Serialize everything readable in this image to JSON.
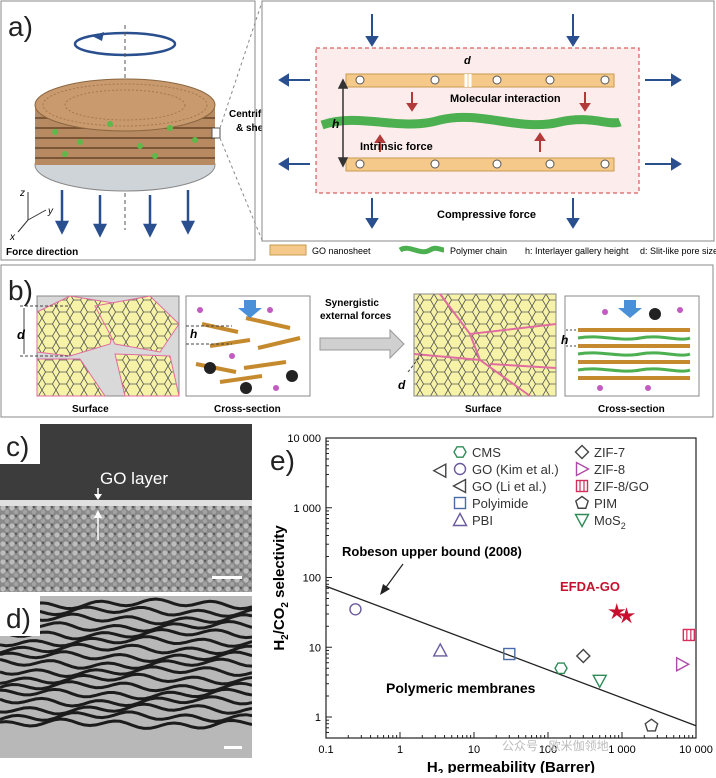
{
  "panel_a": {
    "label": "a)",
    "force_direction": "Force direction",
    "axis_z": "z",
    "axis_y": "y",
    "axis_x": "x",
    "centrifugal": "Centrifugal force",
    "shear": "& shear force",
    "d": "d",
    "h": "h",
    "molecular_interaction": "Molecular interaction",
    "intrinsic_force": "Intrinsic force",
    "compressive_force": "Compressive force",
    "legend_go": "GO nanosheet",
    "legend_polymer": "Polymer chain",
    "legend_h": "h: Interlayer gallery height",
    "legend_d": "d: Slit-like pore size"
  },
  "panel_b": {
    "label": "b)",
    "d_left": "d",
    "h_left": "h",
    "surface_1": "Surface",
    "cross_1": "Cross-section",
    "synergistic_1": "Synergistic",
    "synergistic_2": "external forces",
    "d_right": "d",
    "h_right": "h",
    "surface_2": "Surface",
    "cross_2": "Cross-section"
  },
  "panel_c": {
    "label": "c)",
    "go_layer": "GO layer"
  },
  "panel_d": {
    "label": "d)"
  },
  "panel_e": {
    "label": "e)",
    "robeson": "Robeson upper bound (2008)",
    "efda": "EFDA-GO",
    "polymeric": "Polymeric membranes",
    "watermark": "公众号 · 欧米伽领地"
  },
  "chart_data": {
    "type": "scatter",
    "xlabel": "H2 permeability (Barrer)",
    "ylabel": "H2/CO2 selectivity",
    "x_scale": "log",
    "y_scale": "log",
    "xlim": [
      0.1,
      10000
    ],
    "ylim": [
      0.5,
      10000
    ],
    "x_ticks": [
      "0.1",
      "1",
      "10",
      "100",
      "1 000",
      "10 000"
    ],
    "y_ticks": [
      "1",
      "10",
      "100",
      "1 000",
      "10 000"
    ],
    "upper_bound": {
      "x": [
        0.1,
        10000
      ],
      "y": [
        75,
        0.75
      ]
    },
    "legend_position": "top-right",
    "series": [
      {
        "name": "CMS",
        "marker": "hexagon",
        "color": "#2e8b57",
        "points": [
          {
            "x": 150,
            "y": 5
          }
        ]
      },
      {
        "name": "GO (Kim et al.)",
        "marker": "circle",
        "color": "#6a5a9e",
        "points": [
          {
            "x": 0.25,
            "y": 35
          }
        ]
      },
      {
        "name": "GO (Li et al.)",
        "marker": "triangle-left",
        "color": "#444444",
        "points": [
          {
            "x": 3.5,
            "y": 3400
          }
        ]
      },
      {
        "name": "Polyimide",
        "marker": "square",
        "color": "#4a6aa8",
        "points": [
          {
            "x": 30,
            "y": 8
          }
        ]
      },
      {
        "name": "PBI",
        "marker": "triangle-up",
        "color": "#6a5a9e",
        "points": [
          {
            "x": 3.5,
            "y": 9
          }
        ]
      },
      {
        "name": "ZIF-7",
        "marker": "diamond",
        "color": "#444444",
        "points": [
          {
            "x": 300,
            "y": 7.5
          }
        ]
      },
      {
        "name": "ZIF-8",
        "marker": "triangle-right",
        "color": "#b04aa8",
        "points": [
          {
            "x": 6500,
            "y": 5.7
          }
        ]
      },
      {
        "name": "ZIF-8/GO",
        "marker": "square-barred",
        "color": "#d0305a",
        "points": [
          {
            "x": 8000,
            "y": 15
          }
        ]
      },
      {
        "name": "PIM",
        "marker": "pentagon",
        "color": "#444444",
        "points": [
          {
            "x": 2500,
            "y": 0.75
          }
        ]
      },
      {
        "name": "MoS2",
        "marker": "triangle-down",
        "color": "#2e8b57",
        "points": [
          {
            "x": 500,
            "y": 3.3
          }
        ]
      },
      {
        "name": "EFDA-GO",
        "marker": "star",
        "color": "#c8102e",
        "points": [
          {
            "x": 850,
            "y": 32
          },
          {
            "x": 1150,
            "y": 28
          }
        ]
      }
    ]
  }
}
